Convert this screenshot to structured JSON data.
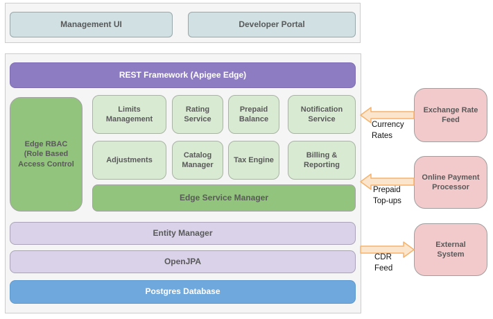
{
  "top_section": {
    "management_ui": "Management UI",
    "developer_portal": "Developer Portal"
  },
  "main_section": {
    "rest_framework": "REST Framework (Apigee Edge)",
    "rbac": "Edge RBAC (Role Based Access Control",
    "services_row1": [
      "Limits Management",
      "Rating Service",
      "Prepaid Balance",
      "Notification Service"
    ],
    "services_row2": [
      "Adjustments",
      "Catalog Manager",
      "Tax Engine",
      "Billing & Reporting"
    ],
    "edge_service_manager": "Edge Service Manager",
    "entity_manager": "Entity Manager",
    "openjpa": "OpenJPA",
    "postgres_database": "Postgres Database"
  },
  "external_systems": {
    "exchange_rate_feed": "Exchange Rate Feed",
    "online_payment_processor": "Online Payment Processor",
    "external_system": "External System"
  },
  "flows": [
    {
      "label": "Currency Rates",
      "direction": "left"
    },
    {
      "label": "Prepaid Top-ups",
      "direction": "left"
    },
    {
      "label": "CDR Feed",
      "direction": "right"
    }
  ],
  "colors": {
    "purple": "#8e7cc3",
    "green": "#93c47d",
    "light_green": "#d9ead3",
    "lavender": "#d9d2e9",
    "blue": "#6fa8dc",
    "pink": "#f2cacc",
    "teal": "#d0e0e3",
    "arrow_fill": "#fce5cd",
    "arrow_border": "#f6b26b",
    "container_bg": "#f5f5f5",
    "text_gray": "#595959"
  }
}
